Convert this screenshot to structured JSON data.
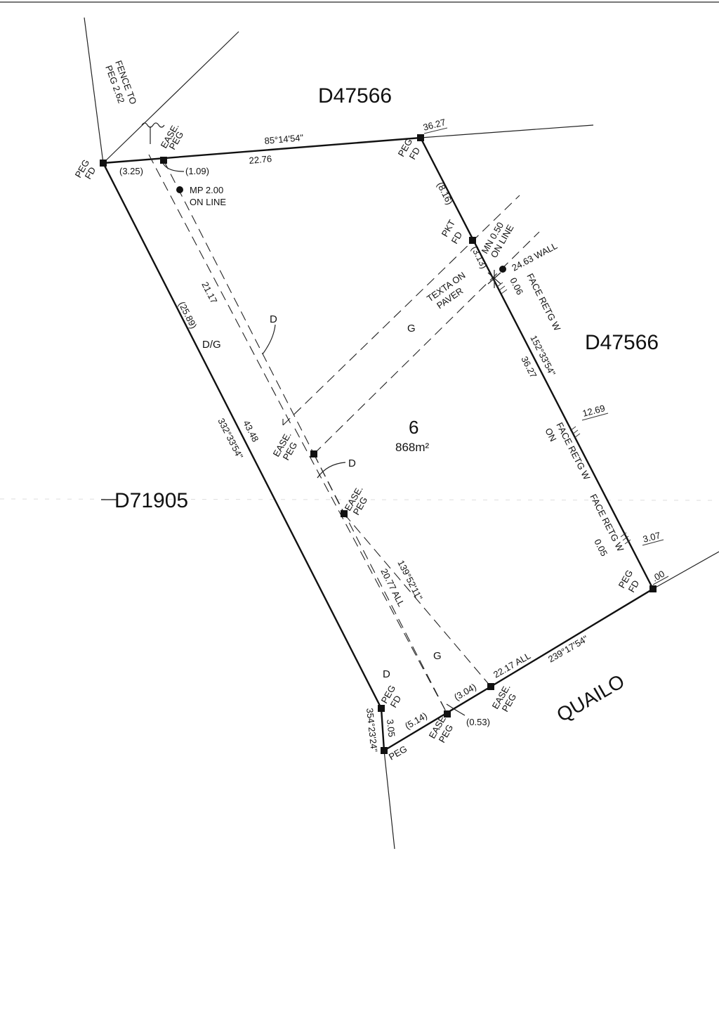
{
  "parcels": {
    "north": "D47566",
    "east": "D47566",
    "west": "D71905",
    "road": "QUAILO"
  },
  "lot": {
    "number": "6",
    "area": "868m²"
  },
  "boundaries": {
    "north_bearing": "85°14'54\"",
    "north_distance": "22.76",
    "west_bearing": "332°33'54\"",
    "west_distance": "43.48",
    "west_partial": "(25.89)",
    "east_bearing": "152°33'54\"",
    "east_distance": "36.27",
    "south_bearing": "239°17'54\"",
    "south_distance": "22.17 ALL",
    "sw_bearing": "354°23'24\"",
    "sw_distance": "3.05"
  },
  "labels": {
    "fence_to_peg": "FENCE TO",
    "fence_peg_val": "PEG 2.62",
    "ease_l1": "EASE.",
    "ease_l2": "PEG",
    "peg_l1": "PEG",
    "fd": "FD",
    "pkt": "PKT",
    "dim_325": "(3.25)",
    "dim_109": "(1.09)",
    "mp_l1": "MP 2.00",
    "mp_l2": "ON LINE",
    "dim_3627_top": "36.27",
    "dim_816": "(8.16)",
    "dim_313": "(3.13)",
    "mn_l1": "MN 0.50",
    "mn_l2": "ON LINE",
    "wall": "24.63 WALL",
    "texta_l1": "TEXTA ON",
    "texta_l2": "PAVER",
    "dim_006": "0.06",
    "face_retg_1": "FACE RETG W",
    "dim_2117": "21.17",
    "dg": "D/G",
    "d1": "D",
    "g1": "G",
    "d2": "D",
    "dim_1269": "12.69",
    "face_retg_2": "FACE RETG W",
    "on": "ON",
    "face_retg_3": "FACE RETG W",
    "dim_005": "0.05",
    "dim_307": "3.07",
    "dim_00": ".00",
    "bearing_13952": "139°52'11\"",
    "dim_2077": "20.77 ALL",
    "g2": "G",
    "d3": "D",
    "dim_304": "(3.04)",
    "dim_514": "(5.14)",
    "dim_053": "(0.53)",
    "peg_sw": "PEG"
  }
}
